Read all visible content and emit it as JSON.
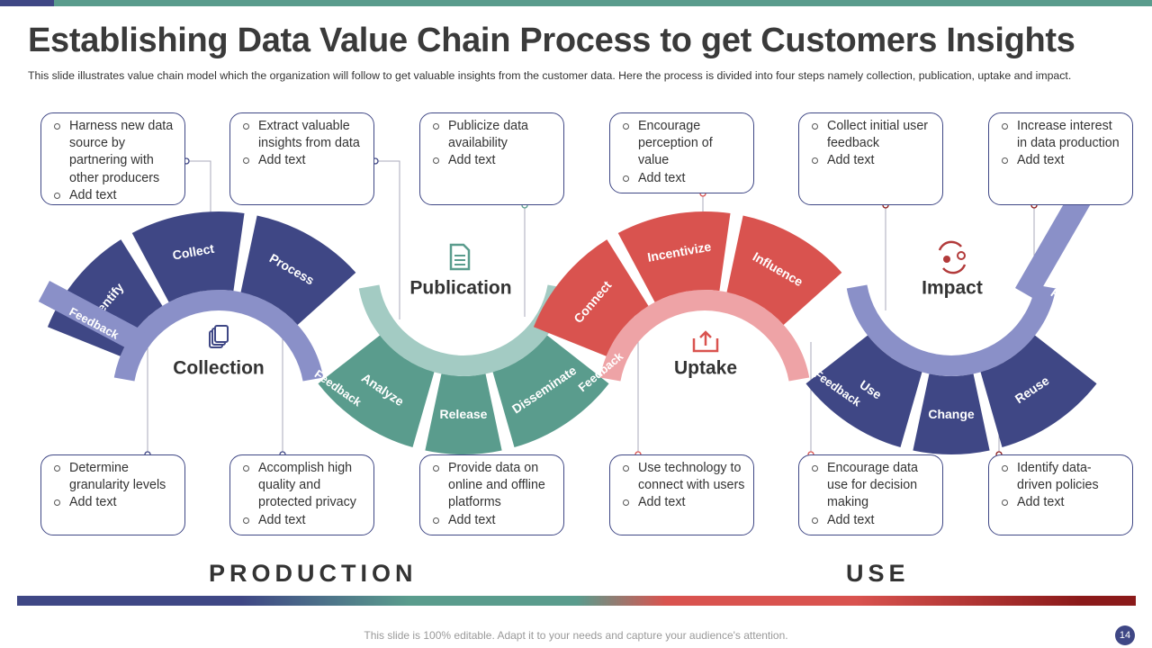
{
  "title": "Establishing Data Value Chain Process to get Customers Insights",
  "subtitle": "This slide illustrates value chain model which the organization will follow to get valuable insights from the customer data. Here the process is divided into four steps namely collection, publication, uptake and impact.",
  "colors": {
    "blue": "#3f4785",
    "teal": "#5a9c8d",
    "red": "#d9534f",
    "light_blue": "#8a90c8",
    "light_teal": "#a3cbc3",
    "light_red": "#eea3a6"
  },
  "top_boxes": [
    {
      "items": [
        "Harness new data source by partnering with other producers",
        "Add text"
      ]
    },
    {
      "items": [
        "Extract valuable insights from data",
        "Add text"
      ]
    },
    {
      "items": [
        "Publicize data availability",
        "Add text"
      ]
    },
    {
      "items": [
        "Encourage perception of value",
        "Add text"
      ]
    },
    {
      "items": [
        "Collect initial user feedback",
        "Add text"
      ]
    },
    {
      "items": [
        "Increase interest in data production",
        "Add text"
      ]
    }
  ],
  "bottom_boxes": [
    {
      "items": [
        "Determine granularity levels",
        "Add text"
      ]
    },
    {
      "items": [
        "Accomplish high quality and protected privacy",
        "Add text"
      ]
    },
    {
      "items": [
        "Provide data on online and offline platforms",
        "Add text"
      ]
    },
    {
      "items": [
        "Use technology to connect with users",
        "Add text"
      ]
    },
    {
      "items": [
        "Encourage data use for decision making",
        "Add text"
      ]
    },
    {
      "items": [
        "Identify data-driven policies",
        "Add text"
      ]
    }
  ],
  "stages": [
    {
      "name": "Collection",
      "icon": "database-icon",
      "segments": [
        "Identify",
        "Collect",
        "Process"
      ],
      "feedback": "Feedback"
    },
    {
      "name": "Publication",
      "icon": "document-icon",
      "segments": [
        "Analyze",
        "Release",
        "Disseminate"
      ],
      "feedback": "Feedback"
    },
    {
      "name": "Uptake",
      "icon": "upload-icon",
      "segments": [
        "Connect",
        "Incentivize",
        "Influence"
      ],
      "feedback": "Feedback"
    },
    {
      "name": "Impact",
      "icon": "users-cycle-icon",
      "segments": [
        "Use",
        "Change",
        "Reuse"
      ],
      "feedback": "Feedback"
    }
  ],
  "feedback_label": "Feedback",
  "production_label": "PRODUCTION",
  "use_label": "USE",
  "footer_text": "This slide is 100% editable. Adapt it to your needs and capture your audience's attention.",
  "page_number": "14"
}
